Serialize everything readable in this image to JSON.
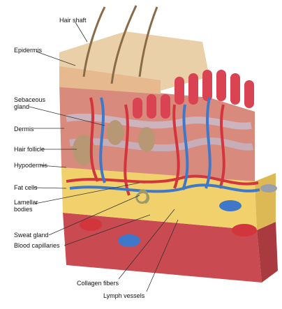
{
  "labels": {
    "hair_shaft": "Hair shaft",
    "epidermis": "Epidermis",
    "sebaceous_gland_1": "Sebaceous",
    "sebaceous_gland_2": "gland",
    "dermis": "Dermis",
    "hair_follicle": "Hair follicle",
    "hypodermis": "Hypodermis",
    "fat_cells": "Fat cells",
    "lamellar_bodies_1": "Lamellar",
    "lamellar_bodies_2": "bodies",
    "sweat_gland": "Sweat gland",
    "blood_capillaries": "Blood capillaries",
    "collagen_fibers": "Collagen fibers",
    "lymph_vessels": "Lymph vessels"
  },
  "colors": {
    "epidermis": "#e9c9a0",
    "dermis": "#d98a7c",
    "hypodermis": "#f1d36e",
    "muscle": "#d0484f",
    "artery": "#d3353d",
    "vein": "#3f78c8",
    "hair": "#7a5a3a"
  }
}
